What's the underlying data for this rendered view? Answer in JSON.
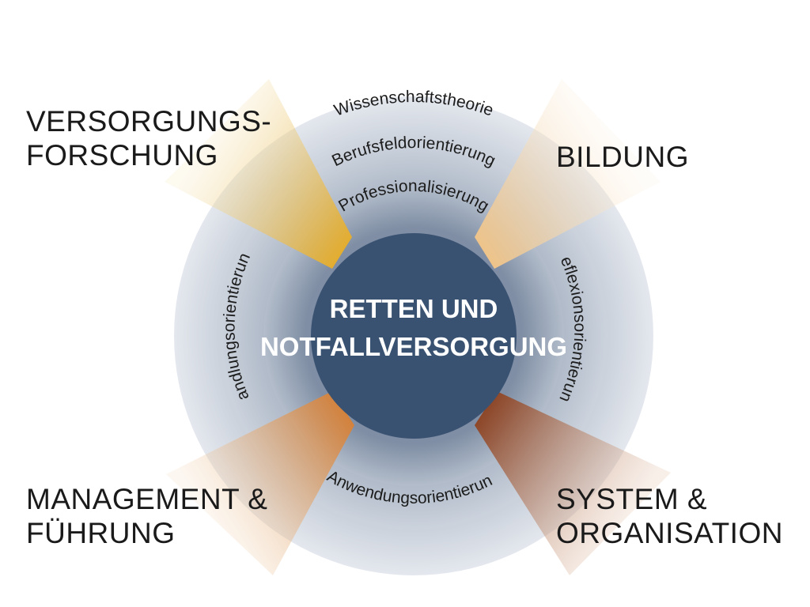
{
  "center": {
    "line1": "RETTEN UND",
    "line2": "NOTFALLVERSORGUNG",
    "color": "#3a5272"
  },
  "corners": {
    "top_left": [
      "VERSORGUNGS-",
      "FORSCHUNG"
    ],
    "top_right": [
      "BILDUNG"
    ],
    "bottom_left": [
      "MANAGEMENT &",
      "FÜHRUNG"
    ],
    "bottom_right": [
      "SYSTEM &",
      "ORGANISATION"
    ]
  },
  "ring_labels": {
    "outer_top": "Wissenschaftstheorie",
    "middle_top": "Berufsfeldorientierung",
    "inner_top": "Professionalisierung",
    "left": "Handlungsorientierung",
    "right": "Reflexionsorientierung",
    "bottom": "Anwendungsorientierung"
  },
  "colors": {
    "ring_outer": "#d7dce4",
    "ring_middle": "#bcc5d2",
    "ring_inner": "#99a6b8",
    "beam_top_left": "#e8b43c",
    "beam_top_right": "#f0cc92",
    "beam_bottom_left": "#d98e48",
    "beam_bottom_right": "#9c5530"
  }
}
